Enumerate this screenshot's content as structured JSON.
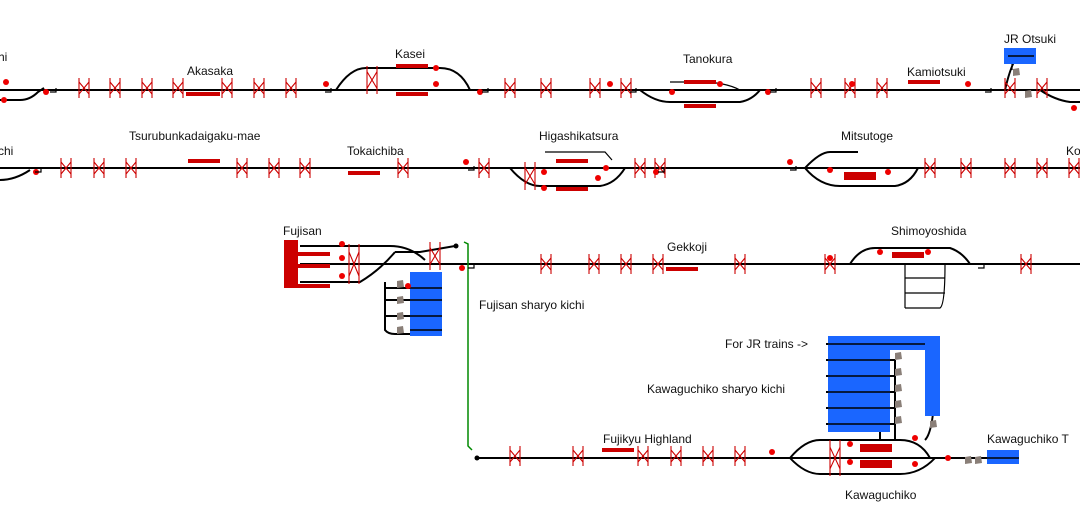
{
  "colors": {
    "track": "#000000",
    "platform": "#cc0000",
    "signal": "#ee0000",
    "depot": "#1a66ff",
    "link": "#008800",
    "buffer_stop": "#8a7f78"
  },
  "stations": {
    "left_edge_top": "hi",
    "akasaka": "Akasaka",
    "kasei": "Kasei",
    "tanokura": "Tanokura",
    "kamiotsuki": "Kamiotsuki",
    "jr_otsuki": "JR Otsuki",
    "left_edge_mid": "chi",
    "tsurubun": "Tsurubunkadaigaku-mae",
    "tokaichiba": "Tokaichiba",
    "higashikatsura": "Higashikatsura",
    "mitsutoge": "Mitsutoge",
    "right_edge_mid": "Ko",
    "fujisan": "Fujisan",
    "gekkoji": "Gekkoji",
    "shimoyoshida": "Shimoyoshida",
    "fujikyu_highland": "Fujikyu Highland",
    "kawaguchiko": "Kawaguchiko",
    "kawaguchiko_t": "Kawaguchiko T"
  },
  "labels": {
    "fujisan_depot": "Fujisan sharyo kichi",
    "jr_trains": "For JR trains ->",
    "kawaguchiko_depot": "Kawaguchiko sharyo kichi"
  },
  "icons": {
    "crossing": "level-crossing-icon",
    "signal": "signal-icon",
    "buffer": "buffer-stop-icon"
  }
}
